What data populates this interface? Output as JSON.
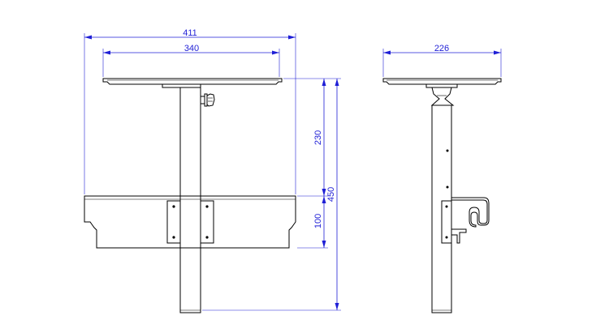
{
  "front_view": {
    "dimensions": {
      "overall_width": "411",
      "top_width": "340",
      "table_to_shelf": "230",
      "shelf_height": "100",
      "overall_height": "450"
    }
  },
  "side_view": {
    "dimensions": {
      "top_depth": "226"
    }
  },
  "colors": {
    "outline": "#000000",
    "dimension": "#1f1fd6",
    "background": "#ffffff"
  }
}
